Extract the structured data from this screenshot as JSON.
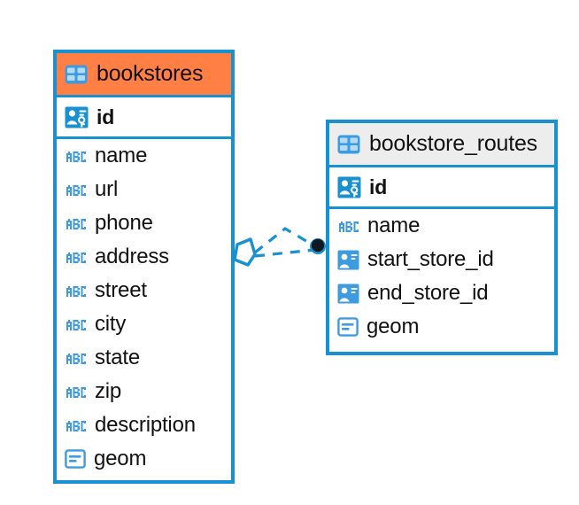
{
  "diagram": {
    "type": "entity-relationship-diagram",
    "background_color": "#ffffff",
    "accent_color": "#1791D0",
    "highlight_color": "#FF7F45",
    "header_gray": "#EDEDED"
  },
  "entities": [
    {
      "name": "bookstores",
      "header_icon": "table-icon",
      "header_style": "orange",
      "primary_key": {
        "label": "id",
        "icon": "primary-key-icon"
      },
      "fields": [
        {
          "label": "name",
          "icon": "text-abc-icon"
        },
        {
          "label": "url",
          "icon": "text-abc-icon"
        },
        {
          "label": "phone",
          "icon": "text-abc-icon"
        },
        {
          "label": "address",
          "icon": "text-abc-icon"
        },
        {
          "label": "street",
          "icon": "text-abc-icon"
        },
        {
          "label": "city",
          "icon": "text-abc-icon"
        },
        {
          "label": "state",
          "icon": "text-abc-icon"
        },
        {
          "label": "zip",
          "icon": "text-abc-icon"
        },
        {
          "label": "description",
          "icon": "text-abc-icon"
        },
        {
          "label": "geom",
          "icon": "geometry-icon"
        }
      ]
    },
    {
      "name": "bookstore_routes",
      "header_icon": "table-icon",
      "header_style": "gray",
      "primary_key": {
        "label": "id",
        "icon": "primary-key-icon"
      },
      "fields": [
        {
          "label": "name",
          "icon": "text-abc-icon"
        },
        {
          "label": "start_store_id",
          "icon": "foreign-key-icon"
        },
        {
          "label": "end_store_id",
          "icon": "foreign-key-icon"
        },
        {
          "label": "geom",
          "icon": "geometry-icon"
        }
      ]
    }
  ],
  "relationship": {
    "from_entity": "bookstores",
    "to_entity": "bookstore_routes",
    "line_style": "dashed",
    "line_color": "#1791D0",
    "source_marker": "crows-foot-many-icon",
    "target_marker": "filled-circle-one-icon"
  }
}
